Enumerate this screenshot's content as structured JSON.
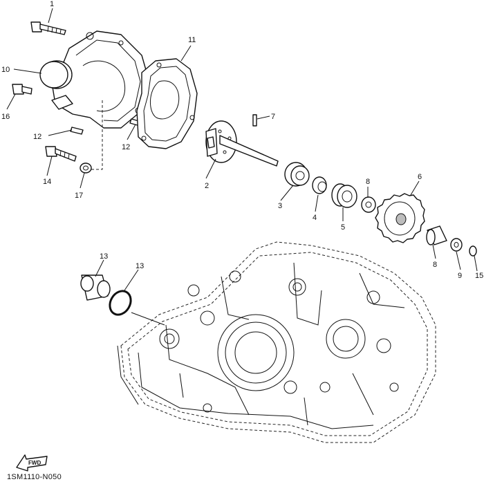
{
  "diagram": {
    "catalog_code": "1SM1110-N050",
    "forward_label": "FWD",
    "callouts": [
      {
        "id": "c1",
        "label": "1"
      },
      {
        "id": "c2",
        "label": "2"
      },
      {
        "id": "c3",
        "label": "3"
      },
      {
        "id": "c4",
        "label": "4"
      },
      {
        "id": "c5",
        "label": "5"
      },
      {
        "id": "c6",
        "label": "6"
      },
      {
        "id": "c7",
        "label": "7"
      },
      {
        "id": "c8a",
        "label": "8"
      },
      {
        "id": "c8b",
        "label": "8"
      },
      {
        "id": "c9",
        "label": "9"
      },
      {
        "id": "c10",
        "label": "10"
      },
      {
        "id": "c11",
        "label": "11"
      },
      {
        "id": "c12a",
        "label": "12"
      },
      {
        "id": "c12b",
        "label": "12"
      },
      {
        "id": "c13a",
        "label": "13"
      },
      {
        "id": "c13b",
        "label": "13"
      },
      {
        "id": "c14",
        "label": "14"
      },
      {
        "id": "c15",
        "label": "15"
      },
      {
        "id": "c16",
        "label": "16"
      },
      {
        "id": "c17",
        "label": "17"
      }
    ]
  }
}
